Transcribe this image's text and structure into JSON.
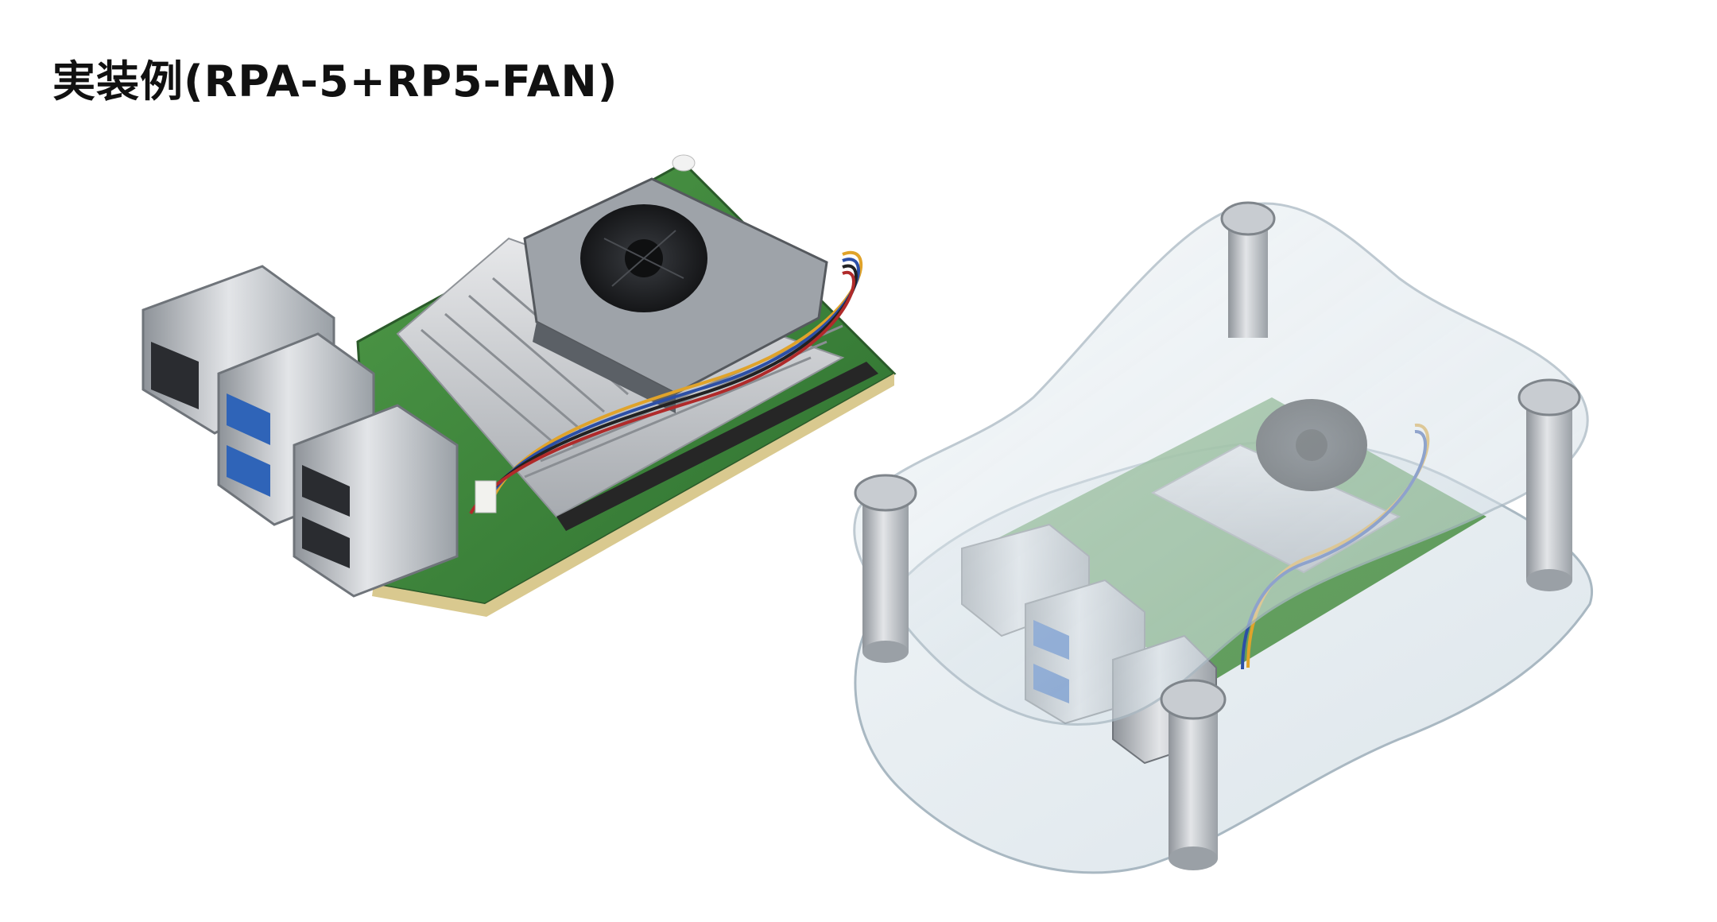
{
  "title": "実装例(RPA-5+RP5-FAN)",
  "images": {
    "left": "raspberry-pi-5-with-cooling-fan",
    "right": "raspberry-pi-5-in-clear-acrylic-case"
  },
  "colors": {
    "pcb": "#3f8a3e",
    "heatsink": "#c9cbcf",
    "fan_body": "#2e3136",
    "usb_blue": "#2f64b8",
    "metal": "#b9bdc2",
    "acrylic": "#dfe8ee"
  }
}
